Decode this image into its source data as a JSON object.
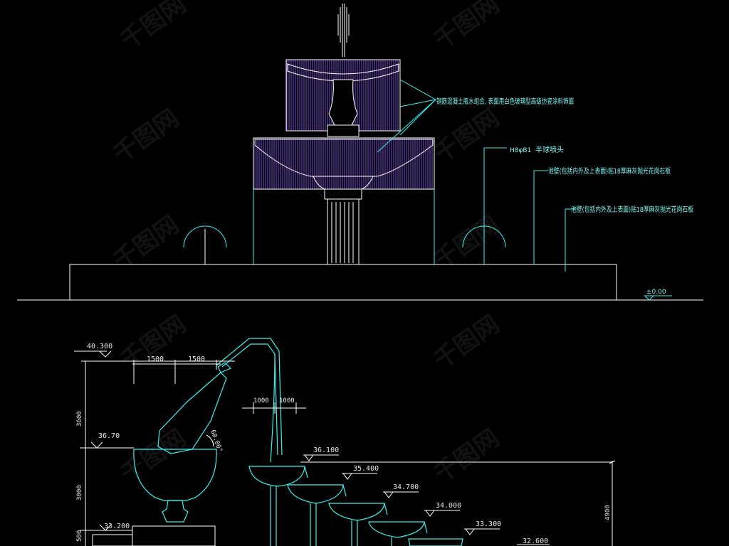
{
  "watermark": {
    "text": "千图网"
  },
  "elevation": {
    "note_main": "钢筋混凝土瓶水组合, 表面用白色玻璃型高级仿瓷涂料饰面",
    "nozzle_code": "H8φB1",
    "nozzle_name": "半球喷头",
    "note_pool_inner": "池壁(包括内外及上表面)贴18厚麻灰抛光花岗石板",
    "note_pool_outer": "池壁(包括内外及上表面)贴18厚麻灰抛光花岗石板",
    "ground_level": "±0.00"
  },
  "section": {
    "levels": [
      "40.300",
      "36.70",
      "33.200",
      "36.100",
      "35.400",
      "34.700",
      "34.000",
      "33.300",
      "32.600"
    ],
    "dims": [
      "1500",
      "1500",
      "1000",
      "1000",
      "3600",
      "3000",
      "500",
      "4900"
    ],
    "angle": "60.00°"
  },
  "colors": {
    "background": "#000000",
    "line": "#ffffff",
    "cyan": "#38f2ee",
    "purple": "#7a4cd6",
    "label": "#7ff7f0"
  }
}
